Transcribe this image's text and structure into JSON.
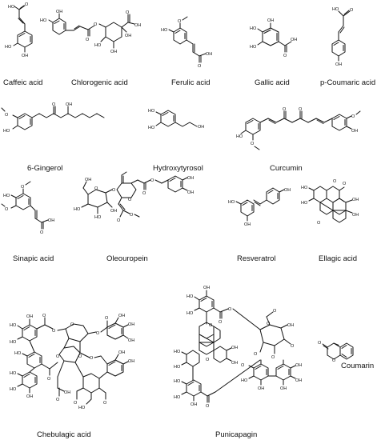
{
  "compounds": [
    {
      "name": "Caffeic acid"
    },
    {
      "name": "Chlorogenic acid"
    },
    {
      "name": "Ferulic acid"
    },
    {
      "name": "Gallic acid"
    },
    {
      "name": "p-Coumaric acid"
    },
    {
      "name": "6-Gingerol"
    },
    {
      "name": "Hydroxytyrosol"
    },
    {
      "name": "Curcumin"
    },
    {
      "name": "Sinapic acid"
    },
    {
      "name": "Oleouropein"
    },
    {
      "name": "Resveratrol"
    },
    {
      "name": "Ellagic acid"
    },
    {
      "name": "Chebulagic acid"
    },
    {
      "name": "Punicapagin"
    },
    {
      "name": "Coumarin"
    }
  ],
  "atoms": {
    "oh": "OH",
    "ho": "HO",
    "o": "O"
  }
}
